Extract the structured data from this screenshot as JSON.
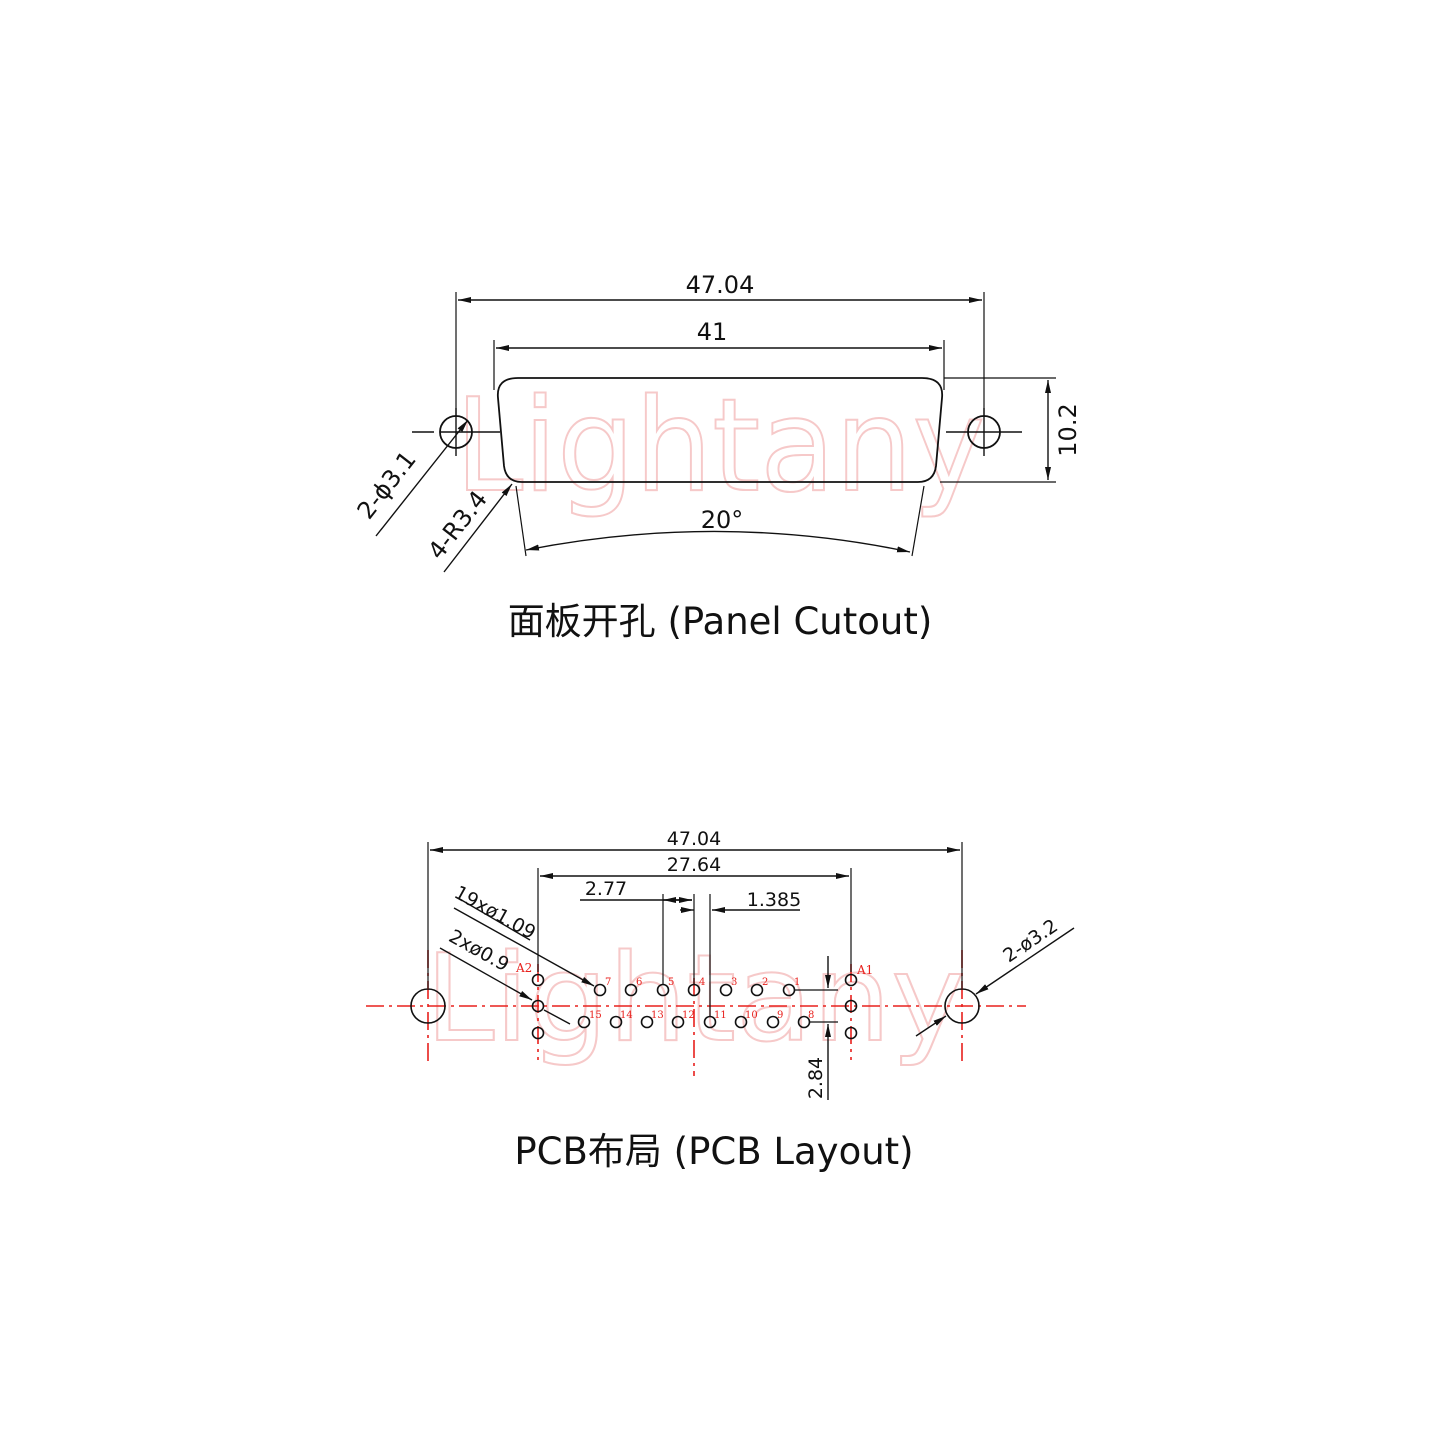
{
  "watermark": "Lightany",
  "panel": {
    "dims": {
      "overall_width": "47.04",
      "cutout_width": "41",
      "height": "10.2",
      "mount_holes": "2-ϕ3.1",
      "corner_radius": "4-R3.4",
      "angle": "20°"
    },
    "caption": "面板开孔 (Panel Cutout)"
  },
  "pcb": {
    "dims": {
      "overall_width": "47.04",
      "outer_pin_span": "27.64",
      "pin_pitch": "2.77",
      "pin_offset": "1.385",
      "row_spacing": "2.84",
      "signal_holes": "19xø1.09",
      "shield_holes": "2xø0.9",
      "mount_holes": "2-ø3.2"
    },
    "pins_top": [
      "1",
      "2",
      "3",
      "4",
      "5",
      "6",
      "7"
    ],
    "pins_bottom": [
      "8",
      "9",
      "10",
      "11",
      "12",
      "13",
      "14",
      "15"
    ],
    "contacts": [
      "A1",
      "A2"
    ],
    "caption": "PCB布局 (PCB Layout)"
  },
  "colors": {
    "line": "#111111",
    "accent": "#e8211d",
    "watermark": "#f6c9c9"
  }
}
